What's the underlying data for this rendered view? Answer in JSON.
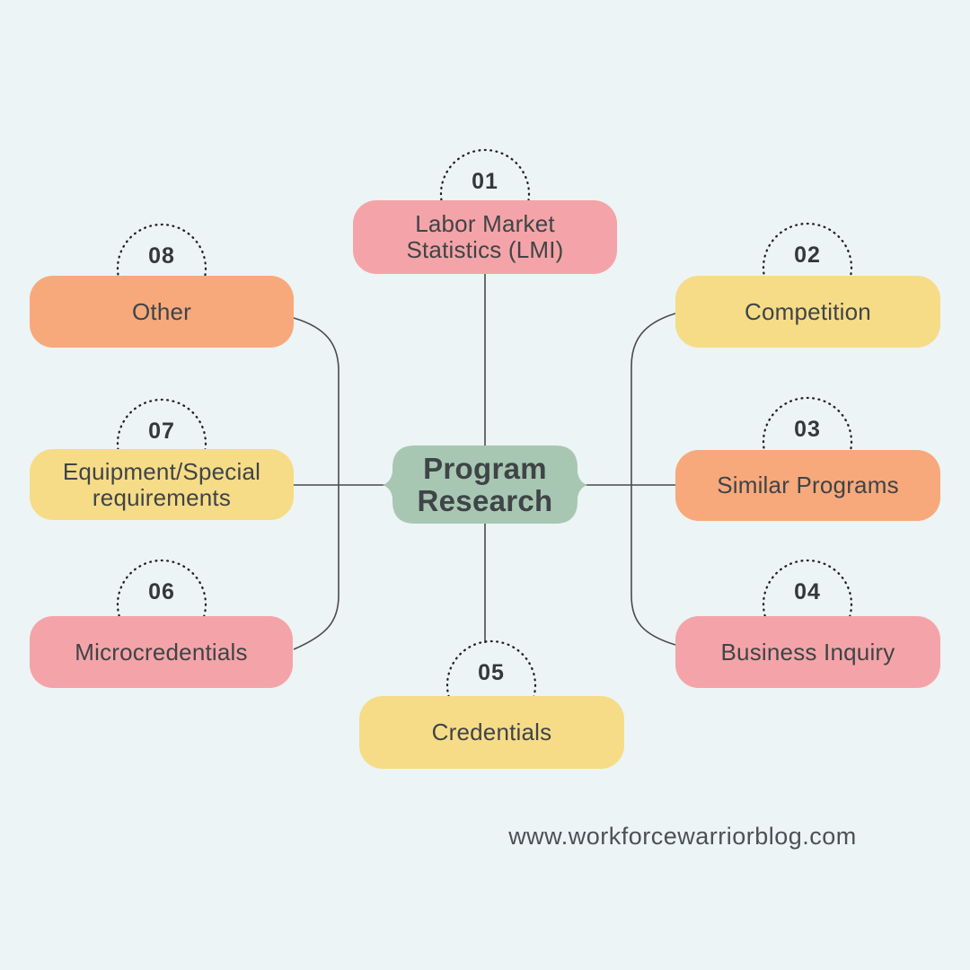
{
  "page": {
    "background_color": "#ECF4F5",
    "watermark": "www.workforcewarriorblog.com"
  },
  "center": {
    "title": "Program Research",
    "color": "#A7C7B3",
    "text_color": "#3F4447"
  },
  "connectors": {
    "line_color": "#4A4A4A",
    "dotted_circle_color": "#222222"
  },
  "nodes": [
    {
      "number": "01",
      "label": "Labor Market Statistics (LMI)",
      "color": "#F4A4A8"
    },
    {
      "number": "02",
      "label": "Competition",
      "color": "#F6DC87"
    },
    {
      "number": "03",
      "label": "Similar Programs",
      "color": "#F7A97B"
    },
    {
      "number": "04",
      "label": "Business Inquiry",
      "color": "#F4A4A8"
    },
    {
      "number": "05",
      "label": "Credentials",
      "color": "#F6DC87"
    },
    {
      "number": "06",
      "label": "Microcredentials",
      "color": "#F4A4A8"
    },
    {
      "number": "07",
      "label": "Equipment/Special requirements",
      "color": "#F6DC87"
    },
    {
      "number": "08",
      "label": "Other",
      "color": "#F7A97B"
    }
  ]
}
